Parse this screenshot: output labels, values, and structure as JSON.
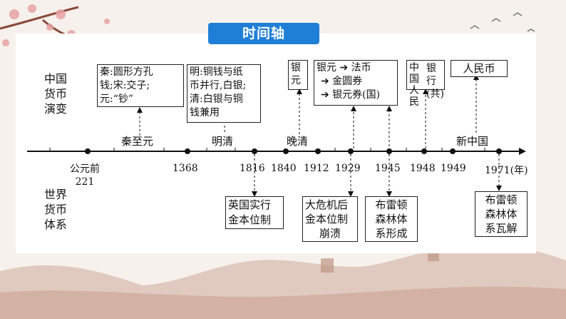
{
  "title": "时间轴",
  "rows": {
    "china": [
      "中国",
      "货币",
      "演变"
    ],
    "world": [
      "世界",
      "货币",
      "体系"
    ]
  },
  "eras": {
    "qin": "秦至元",
    "mingqing": "明清",
    "wanqing": "晚清",
    "xinzhongguo": "新中国"
  },
  "years": {
    "y221": [
      "公元前",
      "221"
    ],
    "y1368": "1368",
    "y1816": "1816",
    "y1840": "1840",
    "y1912": "1912",
    "y1929": "1929",
    "y1945": "1945",
    "y1948": "1948",
    "y1949": "1949",
    "y1971": "1971(年)"
  },
  "china_boxes": {
    "qin": [
      "秦:圆形方孔",
      "钱;宋:交子;",
      "元:“钞”"
    ],
    "ming": [
      "明:铜钱与纸",
      "币并行,白银;",
      "清:白银与铜",
      "钱兼用"
    ],
    "yinyuan": [
      "银",
      "元"
    ],
    "fabi": [
      "银元 ➔ 法币",
      "➔ 金圆券",
      "➔ 银元券(国)"
    ],
    "renminyinhang": [
      "中国",
      "人民",
      "银行(共)"
    ],
    "renminbi": "人民币"
  },
  "world_boxes": {
    "jinbenwei": [
      "英国实行",
      "金本位制"
    ],
    "dawei": [
      "大危机后",
      "金本位制",
      "崩溃"
    ],
    "bretton": [
      "布雷顿",
      "森林体",
      "系形成"
    ],
    "bretton_end": [
      "布雷顿",
      "森林体",
      "系瓦解"
    ]
  },
  "colors": {
    "title_bg": "#1f7fd6",
    "line": "#111111",
    "accent": "#b53a3a"
  }
}
